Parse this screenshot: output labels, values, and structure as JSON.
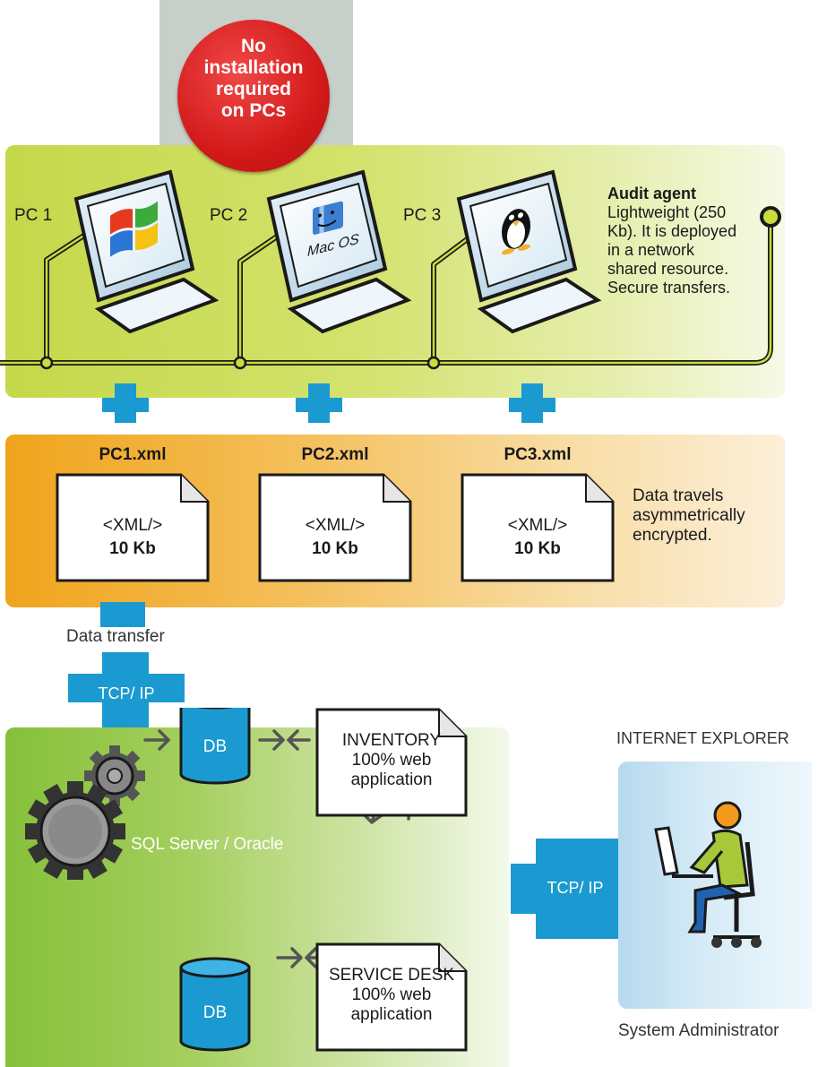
{
  "badge": {
    "lines": [
      "No",
      "installation",
      "required",
      "on PCs"
    ]
  },
  "pcs": [
    {
      "label": "PC 1",
      "os_icon": "windows-logo-icon"
    },
    {
      "label": "PC 2",
      "os_icon": "macos-logo-icon"
    },
    {
      "label": "PC 3",
      "os_icon": "linux-penguin-icon"
    }
  ],
  "agent": {
    "title": "Audit agent",
    "lines": [
      "Lightweight (250",
      "Kb). It is deployed",
      "in a network",
      "shared resource.",
      "Secure transfers."
    ]
  },
  "xml_files": [
    {
      "name": "PC1.xml",
      "content": "<XML/>",
      "size": "10 Kb"
    },
    {
      "name": "PC2.xml",
      "content": "<XML/>",
      "size": "10 Kb"
    },
    {
      "name": "PC3.xml",
      "content": "<XML/>",
      "size": "10 Kb"
    }
  ],
  "encryption_note": {
    "lines": [
      "Data travels",
      "asymmetrically",
      "encrypted."
    ]
  },
  "data_transfer": "Data transfer",
  "tcp_ip_label": "TCP/ IP",
  "db_label": "DB",
  "db_engine": "SQL Server / Oracle",
  "inventory": {
    "lines": [
      "INVENTORY",
      "100% web",
      "application"
    ]
  },
  "service_desk": {
    "lines": [
      "SERVICE DESK",
      "100% web",
      "application"
    ]
  },
  "browser_label": "INTERNET EXPLORER",
  "admin_label": "System Administrator",
  "colors": {
    "green_band": "#c9dc52",
    "orange_band": "#f0a820",
    "green_panel": "#8cc43e",
    "blue_accent": "#1a9ad0",
    "badge_red": "#d81e1e",
    "gray_bar": "#c7cfc9"
  }
}
